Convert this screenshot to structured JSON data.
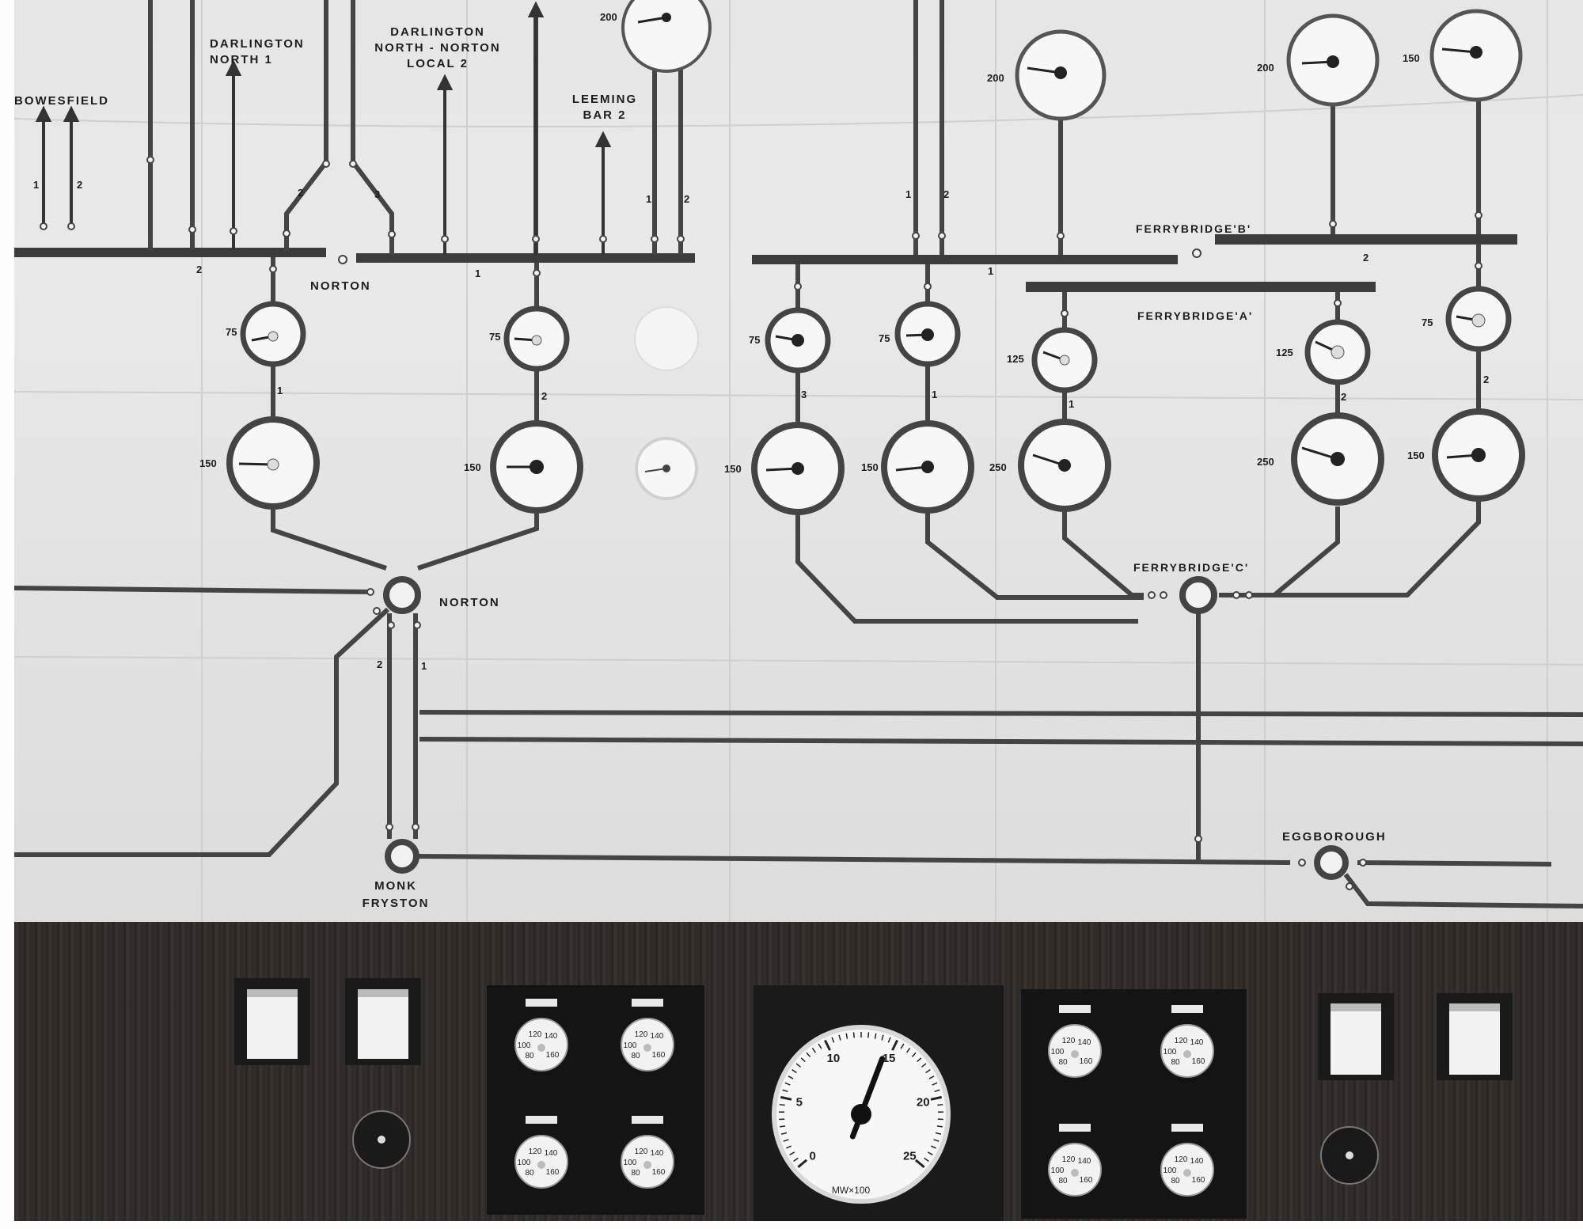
{
  "labels": {
    "bowesfield": "BOWESFIELD",
    "darlington_north_1": [
      "DARLINGTON",
      "NORTH 1"
    ],
    "darlington_north_norton_local_2": [
      "DARLINGTON",
      "NORTH - NORTON",
      "LOCAL 2"
    ],
    "leeming_bar_2": [
      "LEEMING",
      "BAR 2"
    ],
    "norton_bus": "NORTON",
    "norton_node": "NORTON",
    "ferrybridge_b": "FERRYBRIDGE'B'",
    "ferrybridge_a": "FERRYBRIDGE'A'",
    "ferrybridge_c": "FERRYBRIDGE'C'",
    "monk_fryston": [
      "MONK",
      "FRYSTON"
    ],
    "eggborough": "EGGBOROUGH"
  },
  "line_numbers": {
    "bowes_1": "1",
    "bowes_2": "2",
    "norton_split_2": "2",
    "norton_split_3": "3",
    "norton_bus_2": "2",
    "norton_bus_1": "1",
    "leeming_1": "1",
    "leeming_2": "2",
    "norton_circuit_1": "1",
    "norton_circuit_2": "2",
    "fbb_1": "1",
    "fbb_2": "2",
    "fbb_bus_1": "1",
    "fbb_bus_2": "2",
    "fbc_3": "3",
    "fbc_1": "1",
    "fba_1": "1",
    "fba_2": "2",
    "fbb_right_2": "2",
    "monk_2": "2",
    "monk_1": "1"
  },
  "meters": {
    "top_200_a": "200",
    "top_200_b": "200",
    "top_200_c": "200",
    "top_150": "150",
    "norton_small_1": "75",
    "norton_small_2": "75",
    "norton_large_1": "150",
    "norton_large_2": "150",
    "fb_small_1": "75",
    "fb_small_2": "75",
    "fb_small_3": "125",
    "fb_small_4": "125",
    "fb_small_5": "75",
    "fb_large_1": "150",
    "fb_large_2": "150",
    "fb_large_3": "250",
    "fb_large_4": "250",
    "fb_large_5": "150"
  },
  "desk": {
    "big_gauge": {
      "ticks": [
        "0",
        "5",
        "10",
        "15",
        "20",
        "25"
      ],
      "unit": "MW×100",
      "reading": 14.5
    },
    "small_gauge_ticks": [
      "80",
      "100",
      "120",
      "140",
      "160"
    ]
  },
  "colors": {
    "line": "#444444",
    "dial_face": "#f7f7f7",
    "wood": "#2e2a28"
  }
}
